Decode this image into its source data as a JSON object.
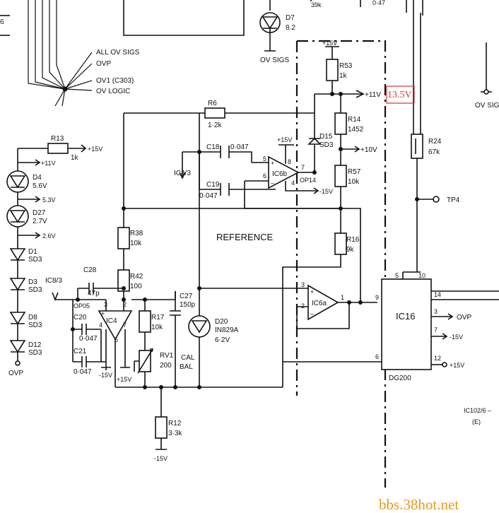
{
  "labels": {
    "all_ov_sigs": "ALL OV SIGS",
    "ovp": "OVP",
    "ov1": "OV1 (C303)",
    "ov_logic": "OV LOGIC",
    "ov_sigs": "OV SIGS",
    "ov_sig_right": "OV SIG",
    "top_39k": "39k",
    "top_047": "0·47",
    "top_6": "6",
    "reference": "REFERENCE",
    "tp4": "TP4",
    "ic8": "IC8/3",
    "ic4_3": "IC4/3",
    "op05": "OP05",
    "op14": "OP14",
    "dg200": "DG200",
    "cal": "CAL",
    "bal": "BAL",
    "ovp_bottom": "OVP",
    "page_ref_1": "IC102/6 –",
    "page_ref_2": "(E)"
  },
  "components": {
    "d7": {
      "ref": "D7",
      "value": "8.2"
    },
    "r53": {
      "ref": "R53",
      "value": "1k"
    },
    "r6": {
      "ref": "R6",
      "value": "1·2k"
    },
    "r13": {
      "ref": "R13",
      "value": "1k"
    },
    "d4": {
      "ref": "D4",
      "value": "5.6V"
    },
    "d27": {
      "ref": "D27",
      "value": "2.7V"
    },
    "d1": {
      "ref": "D1",
      "value": "SD3"
    },
    "d3": {
      "ref": "D3",
      "value": "SD3"
    },
    "d8": {
      "ref": "D8",
      "value": "SD3"
    },
    "d12": {
      "ref": "D12",
      "value": "SD3"
    },
    "c18": {
      "ref": "C18",
      "value": "0·047"
    },
    "c19": {
      "ref": "C19",
      "value": "0·047"
    },
    "ic6b": {
      "ref": "IC6b"
    },
    "ic6a": {
      "ref": "IC6a"
    },
    "ic4": {
      "ref": "IC4"
    },
    "ic16": {
      "ref": "IC16"
    },
    "d15": {
      "ref": "D15",
      "value": "SD3"
    },
    "r14": {
      "ref": "R14",
      "value": "1452"
    },
    "r57": {
      "ref": "R57",
      "value": "10k"
    },
    "r16": {
      "ref": "R16",
      "value": "9k"
    },
    "r38": {
      "ref": "R38",
      "value": "10k"
    },
    "r42": {
      "ref": "R42",
      "value": "100"
    },
    "c28": {
      "ref": "C28",
      "value": "47p"
    },
    "c20": {
      "ref": "C20",
      "value": "0·047"
    },
    "c21": {
      "ref": "C21",
      "value": "0·047"
    },
    "r17": {
      "ref": "R17",
      "value": "10k"
    },
    "rv1": {
      "ref": "RV1",
      "value": "200"
    },
    "c27": {
      "ref": "C27",
      "value": "150p"
    },
    "d20": {
      "ref": "D20",
      "value": "IN829A",
      "value2": "6·2V"
    },
    "r24": {
      "ref": "R24",
      "value": "67k"
    },
    "r12": {
      "ref": "R12",
      "value": "3·3k"
    }
  },
  "rails": {
    "p15v": "+15V",
    "m15v": "-15V",
    "p11v": "+11V",
    "p10v": "+10V",
    "p5_3v": "5.3V",
    "p2_6v": "2.6V",
    "p11v_small": "+11V"
  },
  "pins": {
    "p5": "5",
    "p8": "8",
    "p6": "6",
    "p7": "7",
    "p4": "4",
    "p3": "3",
    "p2": "2",
    "p1": "1",
    "ic4_p3": "3",
    "ic4_p2": "2",
    "ic4_p7": "7",
    "ic4_p6": "6",
    "ic4_p4": "4",
    "ic16_p5": "5",
    "ic16_p10": "10",
    "ic16_p14": "14",
    "ic16_p9": "9",
    "ic16_p3": "3",
    "ic16_p7": "7",
    "ic16_p6": "6",
    "ic16_p12": "12"
  },
  "annotation": {
    "value": "13.5V",
    "color": "#d83a3a"
  },
  "watermark": {
    "text": "bbs.38hot.net",
    "color": "#e89a1c"
  },
  "colors": {
    "ink": "#111111",
    "paper": "#ffffff"
  }
}
